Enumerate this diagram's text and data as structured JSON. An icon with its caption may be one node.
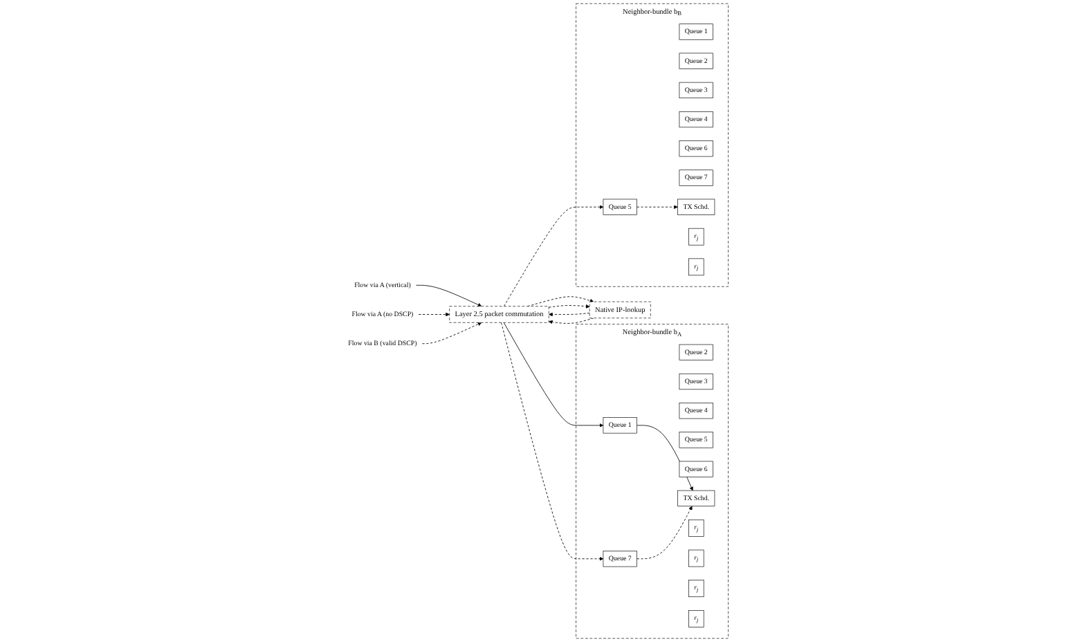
{
  "diagram": {
    "nodes": [
      {
        "text": [
          "Flow via A (vertical)"
        ]
      },
      {
        "text": [
          "Flow via A (no DSCP)"
        ]
      },
      {
        "text": [
          "Flow via B (valid DSCP)"
        ]
      },
      {
        "text": [
          "Native IP-lookup"
        ]
      },
      {
        "text": [
          "Layer 2.5 packet commutation"
        ]
      },
      {
        "text": [
          "Neighbor-bundle b$_{A}$"
        ]
      },
      {
        "text": [
          "Queue 1"
        ],
        "in": 5
      },
      {
        "text": [
          "Queue 2"
        ],
        "in": 5
      },
      {
        "text": [
          "Queue 3"
        ],
        "in": 5
      },
      {
        "text": [
          "Queue 4"
        ],
        "in": 5
      },
      {
        "text": [
          "Queue 5"
        ],
        "in": 5
      },
      {
        "text": [
          "Queue 6"
        ],
        "in": 5
      },
      {
        "text": [
          "Queue 7"
        ],
        "in": 5
      },
      {
        "text": [
          "TX Schd."
        ],
        "in": 5
      },
      {
        "text": [
          "r$_{j}$"
        ],
        "in": 5
      },
      {
        "text": [
          "r$_{j}$"
        ],
        "in": 5
      },
      {
        "text": [
          "r$_{j}$"
        ],
        "in": 5
      },
      {
        "text": [
          "r$_{j}$"
        ],
        "in": 5
      },
      {
        "text": [
          "Neighbor-bundle b$_{B}$"
        ]
      },
      {
        "text": [
          "Queue 1"
        ],
        "in": 18
      },
      {
        "text": [
          "Queue 2"
        ],
        "in": 18
      },
      {
        "text": [
          "Queue 3"
        ],
        "in": 18
      },
      {
        "text": [
          "Queue 4"
        ],
        "in": 18
      },
      {
        "text": [
          "Queue 5"
        ],
        "in": 18
      },
      {
        "text": [
          "Queue 6"
        ],
        "in": 18
      },
      {
        "text": [
          "Queue 7"
        ],
        "in": 18
      },
      {
        "text": [
          "TX Schd."
        ],
        "in": 18
      },
      {
        "text": [
          "r$_{j}$"
        ],
        "in": 18
      },
      {
        "text": [
          "r$_{j}$"
        ],
        "in": 18
      }
    ],
    "edges": [
      {
        "from": 0,
        "to": 4,
        "arrow": "to"
      },
      {
        "from": 1,
        "to": 4,
        "arrow": "to",
        "style": "dashed"
      },
      {
        "from": 2,
        "to": 4,
        "arrow": "to",
        "style": "dashed"
      },
      {
        "from": 4,
        "to": 3,
        "arrow": "to",
        "style": "dashed"
      },
      {
        "from": 3,
        "to": 4,
        "arrow": "to",
        "style": "dashed"
      },
      {
        "from": 4,
        "to": 3,
        "arrow": "to",
        "style": "dashed"
      },
      {
        "from": 3,
        "to": 4,
        "arrow": "to",
        "style": "dashed"
      },
      {
        "from": 4,
        "to": 6,
        "arrow": "to"
      },
      {
        "from": 4,
        "to": 12,
        "arrow": "to",
        "style": "dashed"
      },
      {
        "from": 4,
        "to": 23,
        "arrow": "to",
        "style": "dashed"
      },
      {
        "from": 6,
        "to": 13,
        "arrow": "to"
      },
      {
        "from": 12,
        "to": 13,
        "arrow": "to",
        "style": "dashed"
      },
      {
        "from": 23,
        "to": 26,
        "arrow": "to",
        "style": "dashed"
      }
    ]
  }
}
